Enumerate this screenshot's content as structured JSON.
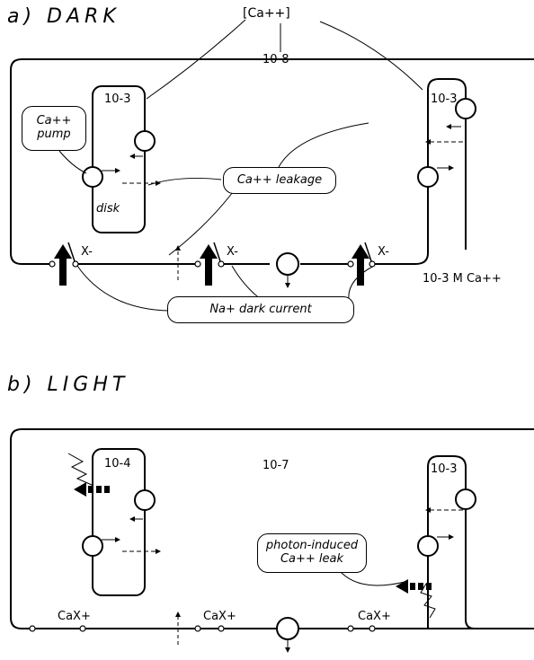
{
  "panel_a": {
    "title": "a) DARK",
    "ca_bracket_label": "[Ca++]",
    "conc_cytoplasm": "10-8",
    "conc_disk": "10-3",
    "conc_extracellular_top": "10-3",
    "conc_outside": "10-3 M  Ca++",
    "pump_label": "Ca++ pump",
    "disk_label": "disk",
    "leakage_label": "Ca++ leakage",
    "dark_current_label": "Na+ dark current",
    "anion_label": "X-"
  },
  "panel_b": {
    "title": "b) LIGHT",
    "conc_cytoplasm": "10-7",
    "conc_disk": "10-4",
    "conc_extracellular_top": "10-3",
    "photon_leak_label": "photon-induced Ca++ leak",
    "bound_label": "CaX+"
  }
}
